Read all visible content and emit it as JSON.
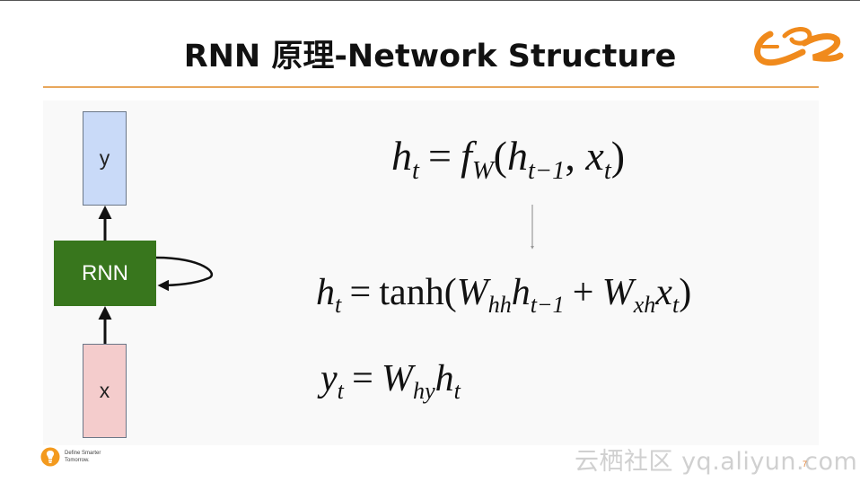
{
  "slide": {
    "title": "RNN 原理-Network Structure",
    "page_number": "7",
    "accent_color": "#e8a75c"
  },
  "diagram": {
    "output_box_label": "y",
    "rnn_box_label": "RNN",
    "input_box_label": "x",
    "colors": {
      "output": "#c9daf8",
      "rnn": "#38761d",
      "input": "#f4cccc"
    }
  },
  "equations": {
    "eq1": {
      "lhs": "h",
      "lhs_sub": "t",
      "f": "f",
      "f_sub": "W",
      "arg1": "h",
      "arg1_sub": "t−1",
      "arg2": "x",
      "arg2_sub": "t"
    },
    "eq2": {
      "lhs": "h",
      "lhs_sub": "t",
      "fn": "tanh",
      "w1": "W",
      "w1_sub": "hh",
      "h": "h",
      "h_sub": "t−1",
      "w2": "W",
      "w2_sub": "xh",
      "x": "x",
      "x_sub": "t"
    },
    "eq3": {
      "lhs": "y",
      "lhs_sub": "t",
      "w": "W",
      "w_sub": "hy",
      "h": "h",
      "h_sub": "t"
    }
  },
  "footer": {
    "tagline_line1": "Define Smarter",
    "tagline_line2": "Tomorrow.",
    "watermark": "云栖社区 yq.aliyun.com"
  },
  "icons": [
    "alibaba-logo-icon",
    "lightbulb-icon",
    "arrow-icon"
  ]
}
